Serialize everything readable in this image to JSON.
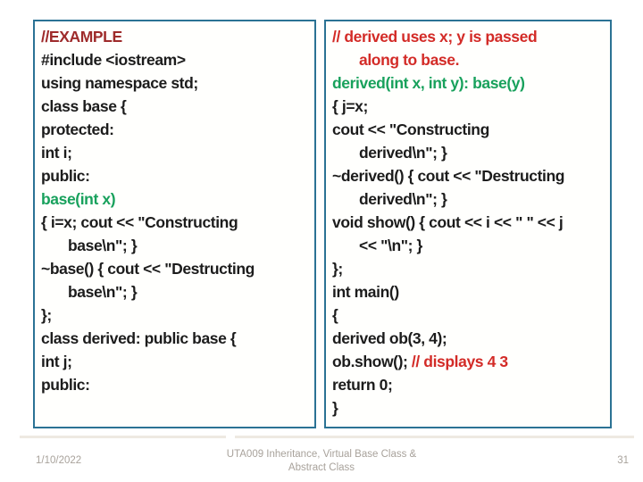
{
  "colors": {
    "box_border": "#2b7294",
    "comment_dark_red": "#9e2b2b",
    "comment_bright_red": "#d32b27",
    "constructor_green": "#18a15c",
    "code_black": "#1c1c1c",
    "footer_gray": "#a8a29b",
    "shadow_strip": "#eee9e2"
  },
  "left_box": {
    "lines": [
      {
        "indent": 0,
        "segs": [
          {
            "t": "//EXAMPLE",
            "c": "red-dark"
          }
        ]
      },
      {
        "indent": 0,
        "segs": [
          {
            "t": "#include <iostream>",
            "c": "code"
          }
        ]
      },
      {
        "indent": 0,
        "segs": [
          {
            "t": "using namespace std;",
            "c": "code"
          }
        ]
      },
      {
        "indent": 0,
        "segs": [
          {
            "t": "class base {",
            "c": "code"
          }
        ]
      },
      {
        "indent": 0,
        "segs": [
          {
            "t": "protected:",
            "c": "code"
          }
        ]
      },
      {
        "indent": 0,
        "segs": [
          {
            "t": "int i;",
            "c": "code"
          }
        ]
      },
      {
        "indent": 0,
        "segs": [
          {
            "t": "public:",
            "c": "code"
          }
        ]
      },
      {
        "indent": 0,
        "segs": [
          {
            "t": "base(int x)",
            "c": "green"
          }
        ]
      },
      {
        "indent": 0,
        "segs": [
          {
            "t": "{ i=x; cout << \"Constructing",
            "c": "code"
          }
        ]
      },
      {
        "indent": 1,
        "segs": [
          {
            "t": "base\\n\"; }",
            "c": "code"
          }
        ]
      },
      {
        "indent": 0,
        "segs": [
          {
            "t": "~base() { cout << \"Destructing",
            "c": "code"
          }
        ]
      },
      {
        "indent": 1,
        "segs": [
          {
            "t": "base\\n\"; }",
            "c": "code"
          }
        ]
      },
      {
        "indent": 0,
        "segs": [
          {
            "t": "};",
            "c": "code"
          }
        ]
      },
      {
        "indent": 0,
        "segs": [
          {
            "t": "class derived: public base {",
            "c": "code"
          }
        ]
      },
      {
        "indent": 0,
        "segs": [
          {
            "t": "int j;",
            "c": "code"
          }
        ]
      },
      {
        "indent": 0,
        "segs": [
          {
            "t": "public:",
            "c": "code"
          }
        ]
      }
    ]
  },
  "right_box": {
    "lines": [
      {
        "indent": 0,
        "segs": [
          {
            "t": "// derived uses x; y is passed",
            "c": "red-bright"
          }
        ]
      },
      {
        "indent": 1,
        "segs": [
          {
            "t": "along to base.",
            "c": "red-bright"
          }
        ]
      },
      {
        "indent": 0,
        "segs": [
          {
            "t": "derived(int x, int y): base(y)",
            "c": "green"
          }
        ]
      },
      {
        "indent": 0,
        "segs": [
          {
            "t": "{ j=x;",
            "c": "code"
          }
        ]
      },
      {
        "indent": 0,
        "segs": [
          {
            "t": "cout << \"Constructing",
            "c": "code"
          }
        ]
      },
      {
        "indent": 1,
        "segs": [
          {
            "t": "derived\\n\"; }",
            "c": "code"
          }
        ]
      },
      {
        "indent": 0,
        "segs": [
          {
            "t": "~derived() { cout << \"Destructing",
            "c": "code"
          }
        ]
      },
      {
        "indent": 1,
        "segs": [
          {
            "t": "derived\\n\"; }",
            "c": "code"
          }
        ]
      },
      {
        "indent": 0,
        "segs": [
          {
            "t": "void show() { cout << i << \" \" << j",
            "c": "code"
          }
        ]
      },
      {
        "indent": 1,
        "segs": [
          {
            "t": "<< \"\\n\"; }",
            "c": "code"
          }
        ]
      },
      {
        "indent": 0,
        "segs": [
          {
            "t": "};",
            "c": "code"
          }
        ]
      },
      {
        "indent": 0,
        "segs": [
          {
            "t": "int main()",
            "c": "code"
          }
        ]
      },
      {
        "indent": 0,
        "segs": [
          {
            "t": "{",
            "c": "code"
          }
        ]
      },
      {
        "indent": 0,
        "segs": [
          {
            "t": "derived ob(3, 4);",
            "c": "code"
          }
        ]
      },
      {
        "indent": 0,
        "segs": [
          {
            "t": "ob.show(); ",
            "c": "code"
          },
          {
            "t": "// displays 4 3",
            "c": "red-bright"
          }
        ]
      },
      {
        "indent": 0,
        "segs": [
          {
            "t": "return 0;",
            "c": "code"
          }
        ]
      },
      {
        "indent": 0,
        "segs": [
          {
            "t": "}",
            "c": "code"
          }
        ]
      }
    ]
  },
  "footer": {
    "date": "1/10/2022",
    "title_line1": "UTA009 Inheritance, Virtual Base Class &",
    "title_line2": "Abstract Class",
    "page": "31"
  }
}
